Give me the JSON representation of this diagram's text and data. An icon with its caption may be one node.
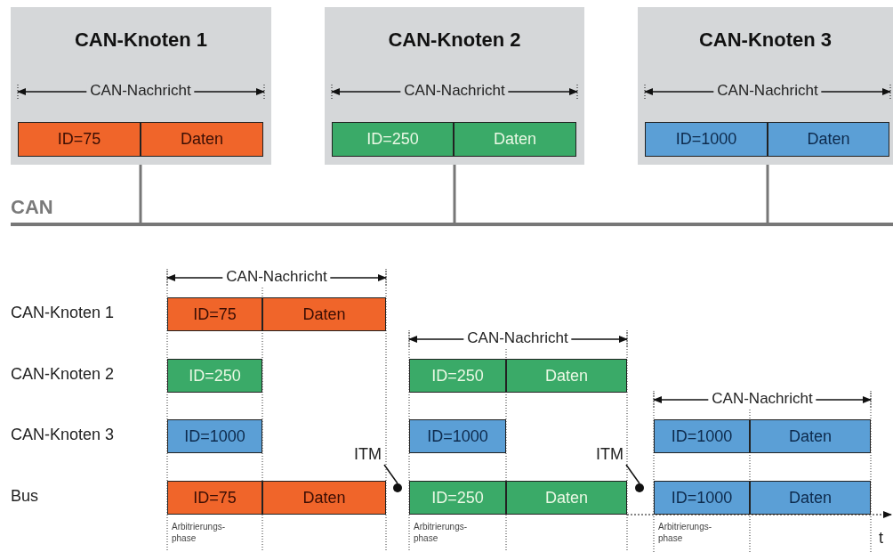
{
  "diagram": {
    "nodes": [
      {
        "text": [
          "CAN-Knoten 1"
        ]
      },
      {
        "text": [
          "ID=75"
        ],
        "in": 0
      },
      {
        "text": [
          "Daten"
        ],
        "in": 0
      },
      {
        "text": [
          "CAN-Knoten 2"
        ]
      },
      {
        "text": [
          "ID=250"
        ],
        "in": 3
      },
      {
        "text": [
          "Daten"
        ],
        "in": 3
      },
      {
        "text": [
          "CAN-Knoten 3"
        ]
      },
      {
        "text": [
          "ID=1000"
        ],
        "in": 6
      },
      {
        "text": [
          "Daten"
        ],
        "in": 6
      },
      {
        "text": [],
        "shape": "bar",
        "beside": [
          "CAN"
        ]
      },
      {
        "text": [
          "ID=75"
        ]
      },
      {
        "text": [
          "Daten"
        ]
      },
      {
        "text": [
          "ID=250"
        ]
      },
      {
        "text": [
          "ID=250"
        ]
      },
      {
        "text": [
          "Daten"
        ]
      },
      {
        "text": [
          "ID=1000"
        ]
      },
      {
        "text": [
          "ID=1000"
        ]
      },
      {
        "text": [
          "ID=1000"
        ]
      },
      {
        "text": [
          "Daten"
        ]
      },
      {
        "text": [
          "ITM"
        ]
      },
      {
        "text": [
          "ITM"
        ]
      },
      {
        "text": [],
        "shape": "circle"
      },
      {
        "text": [],
        "shape": "circle"
      },
      {
        "text": [
          "ID=75"
        ],
        "beside": [
          "Arbitrierungs- phase"
        ]
      },
      {
        "text": [
          "Daten"
        ]
      },
      {
        "text": [
          "ID=250"
        ],
        "beside": [
          "Arbitrierungs- phase"
        ]
      },
      {
        "text": [
          "Daten"
        ]
      },
      {
        "text": [
          "ID=1000"
        ],
        "beside": [
          "Arbitrierungs- phase"
        ]
      },
      {
        "text": [
          "Daten"
        ]
      }
    ],
    "edges": [
      {
        "from": 0,
        "to": 9,
        "arrow": "none"
      },
      {
        "from": 3,
        "to": 9,
        "arrow": "none"
      },
      {
        "from": 6,
        "to": 9,
        "arrow": "none"
      },
      {
        "from": 19,
        "to": 21,
        "arrow": "none",
        "color": "#111111"
      },
      {
        "from": 20,
        "to": 22,
        "arrow": "none",
        "color": "#111111"
      }
    ],
    "labels": [
      "CAN-Nachricht",
      "CAN-Nachricht",
      "CAN-Nachricht",
      "CAN-Nachricht",
      "CAN-Knoten 1",
      "CAN-Nachricht",
      "CAN-Knoten 2",
      "CAN-Nachricht",
      "CAN-Knoten 3",
      "Bus",
      "t"
    ]
  }
}
